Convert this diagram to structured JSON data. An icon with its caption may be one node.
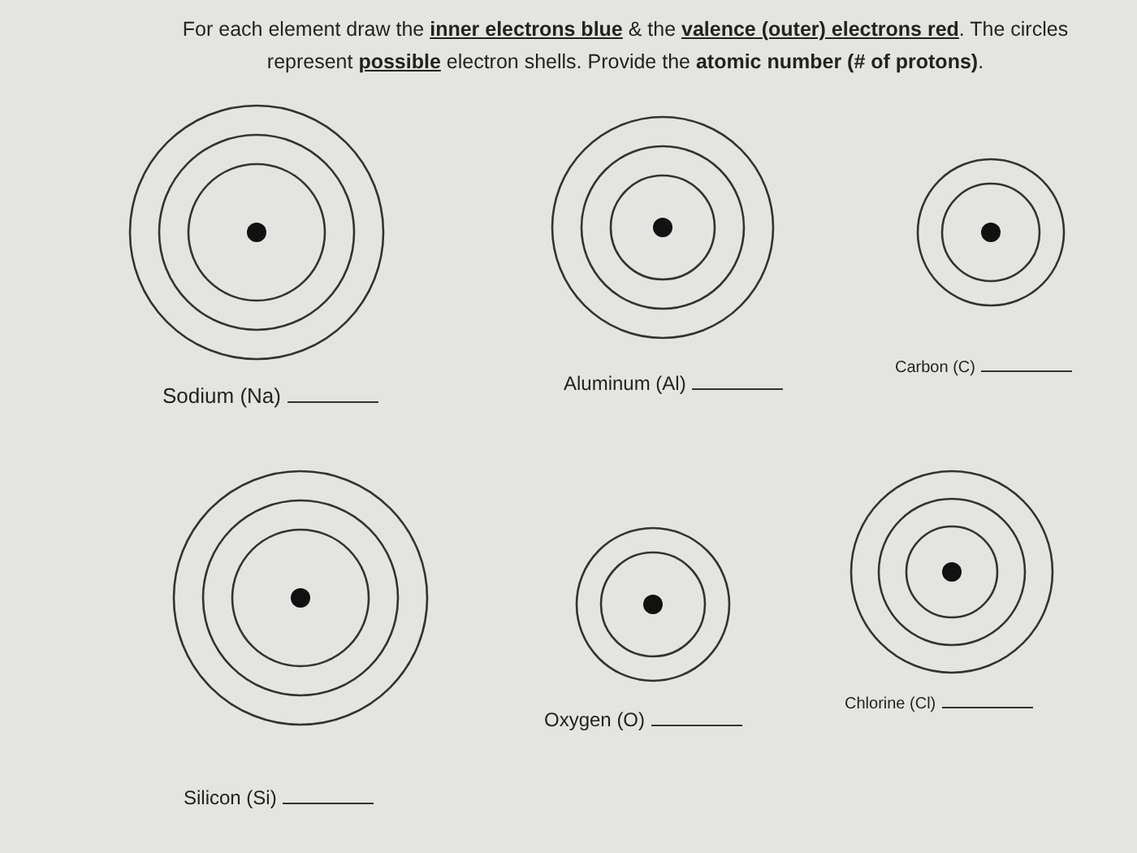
{
  "diagram": {
    "title": "For each element draw the **inner electrons blue** & the **valence (outer) electrons red**. The circles represent **possible** electron shells. Provide the **atomic number (# of protons)**.",
    "nodes": [
      {
        "text": [],
        "shape": "circle",
        "beside": [
          "Sodium (Na)"
        ]
      },
      {
        "text": [],
        "shape": "circle",
        "beside": [
          "Aluminum (Al)"
        ]
      },
      {
        "text": [],
        "shape": "circle",
        "beside": [
          "Carbon (C)"
        ]
      },
      {
        "text": [],
        "shape": "circle",
        "beside": [
          "Silicon (Si)"
        ]
      },
      {
        "text": [],
        "shape": "circle",
        "beside": [
          "Oxygen (O)"
        ]
      },
      {
        "text": [],
        "shape": "circle",
        "beside": [
          "Chlorine (Cl)"
        ]
      }
    ]
  }
}
